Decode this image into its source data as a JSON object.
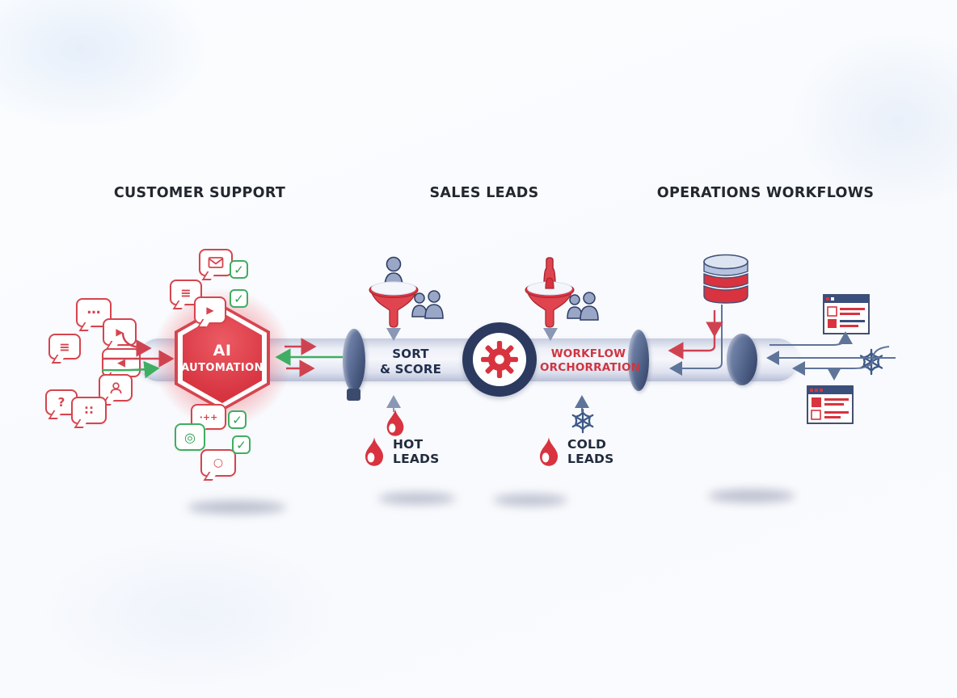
{
  "headers": {
    "customer_support": "CUSTOMER SUPPORT",
    "sales_leads": "SALES LEADS",
    "operations_workflows": "OPERATIONS WORKFLOWS"
  },
  "hexagon": {
    "title": "AI",
    "subtitle": "AUTOMATION"
  },
  "stages": {
    "sort_line1": "SORT",
    "sort_line2": "& SCORE",
    "workflow_line1": "WORKFLOW",
    "workflow_line2": "ORCHORRATION"
  },
  "leads": {
    "hot_line1": "HOT",
    "hot_line2": "LEADS",
    "cold_line1": "COLD",
    "cold_line2": "LEADS"
  },
  "glyphs": {
    "dots": "…",
    "lines": "≡",
    "play_right": "▶",
    "play_left": "◀",
    "question": "?",
    "grid": "∷",
    "plus_marks": "·++",
    "target": "◎",
    "circle": "○",
    "check": "✓"
  },
  "colors": {
    "red": "#d5454f",
    "green": "#3fae62",
    "navy": "#2b3a5e",
    "steel": "#5f7499",
    "people": "#9aa6c6",
    "pipe_light": "#f6f7fc",
    "pipe_dark": "#b8bfd6"
  }
}
